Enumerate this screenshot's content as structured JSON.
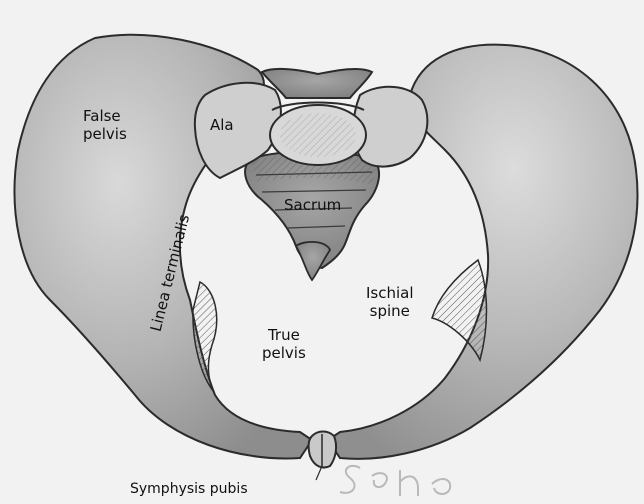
{
  "labels": {
    "false_pelvis": [
      "False",
      "pelvis"
    ],
    "ala": "Ala",
    "sacrum": "Sacrum",
    "linea_terminalis": "Linea terminalis",
    "ischial_spine": [
      "Ischial",
      "spine"
    ],
    "true_pelvis": [
      "True",
      "pelvis"
    ],
    "symphysis_pubis": "Symphysis pubis"
  },
  "signature": "Sena",
  "colors": {
    "bone": "#b7b7b7",
    "bone_shadow": "#8a8a8a",
    "outline": "#2b2b2b",
    "background": "#f2f2f2"
  }
}
